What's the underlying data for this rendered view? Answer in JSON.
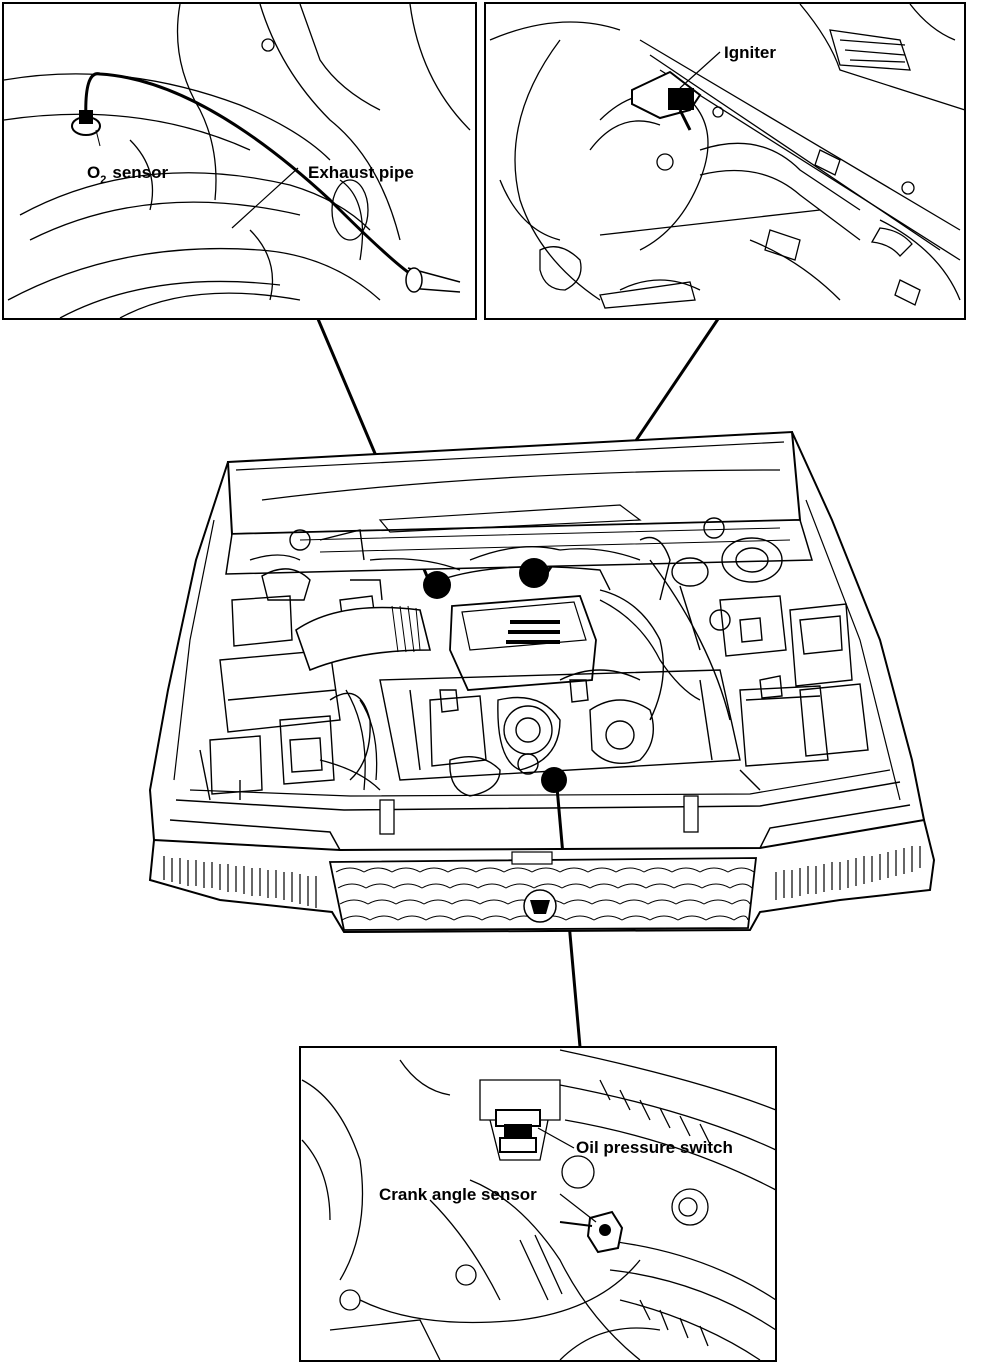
{
  "labels": {
    "o2_sensor_prefix": "O",
    "o2_sensor_sub": "2",
    "o2_sensor_suffix": "sensor",
    "exhaust_pipe": "Exhaust pipe",
    "igniter": "Igniter",
    "oil_pressure_switch": "Oil pressure switch",
    "crank_angle_sensor": "Crank angle sensor"
  },
  "colors": {
    "ink": "#000000",
    "paper": "#ffffff"
  }
}
